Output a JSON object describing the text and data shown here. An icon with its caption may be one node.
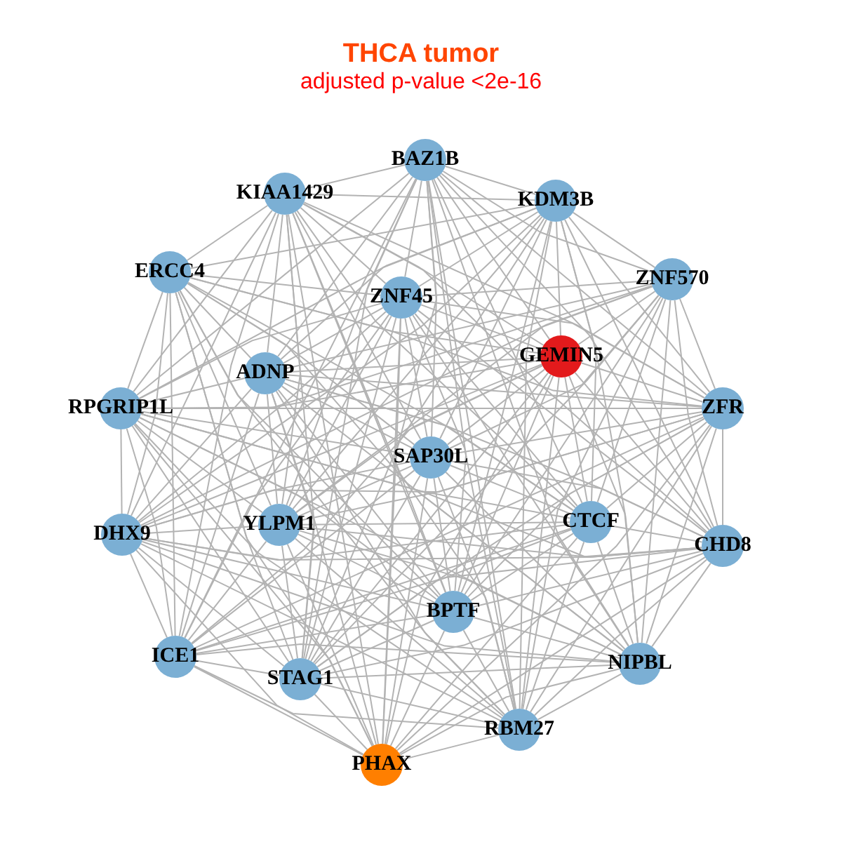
{
  "diagram": {
    "title": "THCA tumor",
    "labels": [
      "adjusted p-value <2e-16"
    ],
    "nodes": [
      {
        "text": [
          "BAZ1B"
        ]
      },
      {
        "text": [
          "KIAA1429"
        ]
      },
      {
        "text": [
          "KDM3B"
        ]
      },
      {
        "text": [
          "ERCC4"
        ]
      },
      {
        "text": [
          "ZNF570"
        ]
      },
      {
        "text": [
          "ZNF45"
        ]
      },
      {
        "text": [
          "GEMIN5"
        ]
      },
      {
        "text": [
          "ADNP"
        ]
      },
      {
        "text": [
          "RPGRIP1L"
        ]
      },
      {
        "text": [
          "ZFR"
        ]
      },
      {
        "text": [
          "SAP30L"
        ]
      },
      {
        "text": [
          "CTCF"
        ]
      },
      {
        "text": [
          "YLPM1"
        ]
      },
      {
        "text": [
          "DHX9"
        ]
      },
      {
        "text": [
          "CHD8"
        ]
      },
      {
        "text": [
          "BPTF"
        ]
      },
      {
        "text": [
          "ICE1"
        ]
      },
      {
        "text": [
          "NIPBL"
        ]
      },
      {
        "text": [
          "STAG1"
        ]
      },
      {
        "text": [
          "RBM27"
        ]
      },
      {
        "text": [
          "PHAX"
        ]
      }
    ],
    "edges": [
      {
        "from": 0,
        "to": 1,
        "arrow": "none"
      },
      {
        "from": 0,
        "to": 2,
        "arrow": "none"
      },
      {
        "from": 0,
        "to": 4,
        "arrow": "none"
      },
      {
        "from": 0,
        "to": 5,
        "arrow": "none"
      },
      {
        "from": 0,
        "to": 6,
        "arrow": "none"
      },
      {
        "from": 0,
        "to": 7,
        "arrow": "none"
      },
      {
        "from": 0,
        "to": 8,
        "arrow": "none"
      },
      {
        "from": 0,
        "to": 9,
        "arrow": "none"
      },
      {
        "from": 0,
        "to": 10,
        "arrow": "none"
      },
      {
        "from": 0,
        "to": 11,
        "arrow": "none"
      },
      {
        "from": 0,
        "to": 12,
        "arrow": "none"
      },
      {
        "from": 0,
        "to": 14,
        "arrow": "none"
      },
      {
        "from": 0,
        "to": 15,
        "arrow": "none"
      },
      {
        "from": 0,
        "to": 16,
        "arrow": "none"
      },
      {
        "from": 0,
        "to": 17,
        "arrow": "none"
      },
      {
        "from": 0,
        "to": 18,
        "arrow": "none"
      },
      {
        "from": 0,
        "to": 19,
        "arrow": "none"
      },
      {
        "from": 0,
        "to": 20,
        "arrow": "none"
      },
      {
        "from": 1,
        "to": 2,
        "arrow": "none"
      },
      {
        "from": 1,
        "to": 3,
        "arrow": "none"
      },
      {
        "from": 1,
        "to": 5,
        "arrow": "none"
      },
      {
        "from": 1,
        "to": 6,
        "arrow": "none"
      },
      {
        "from": 1,
        "to": 7,
        "arrow": "none"
      },
      {
        "from": 1,
        "to": 8,
        "arrow": "none"
      },
      {
        "from": 1,
        "to": 9,
        "arrow": "none"
      },
      {
        "from": 1,
        "to": 10,
        "arrow": "none"
      },
      {
        "from": 1,
        "to": 11,
        "arrow": "none"
      },
      {
        "from": 1,
        "to": 12,
        "arrow": "none"
      },
      {
        "from": 1,
        "to": 13,
        "arrow": "none"
      },
      {
        "from": 1,
        "to": 14,
        "arrow": "none"
      },
      {
        "from": 1,
        "to": 15,
        "arrow": "none"
      },
      {
        "from": 1,
        "to": 16,
        "arrow": "none"
      },
      {
        "from": 1,
        "to": 18,
        "arrow": "none"
      },
      {
        "from": 1,
        "to": 19,
        "arrow": "none"
      },
      {
        "from": 1,
        "to": 20,
        "arrow": "none"
      },
      {
        "from": 2,
        "to": 3,
        "arrow": "none"
      },
      {
        "from": 2,
        "to": 4,
        "arrow": "none"
      },
      {
        "from": 2,
        "to": 5,
        "arrow": "none"
      },
      {
        "from": 2,
        "to": 6,
        "arrow": "none"
      },
      {
        "from": 2,
        "to": 7,
        "arrow": "none"
      },
      {
        "from": 2,
        "to": 8,
        "arrow": "none"
      },
      {
        "from": 2,
        "to": 9,
        "arrow": "none"
      },
      {
        "from": 2,
        "to": 10,
        "arrow": "none"
      },
      {
        "from": 2,
        "to": 11,
        "arrow": "none"
      },
      {
        "from": 2,
        "to": 12,
        "arrow": "none"
      },
      {
        "from": 2,
        "to": 13,
        "arrow": "none"
      },
      {
        "from": 2,
        "to": 14,
        "arrow": "none"
      },
      {
        "from": 2,
        "to": 15,
        "arrow": "none"
      },
      {
        "from": 2,
        "to": 17,
        "arrow": "none"
      },
      {
        "from": 2,
        "to": 18,
        "arrow": "none"
      },
      {
        "from": 2,
        "to": 19,
        "arrow": "none"
      },
      {
        "from": 3,
        "to": 5,
        "arrow": "none"
      },
      {
        "from": 3,
        "to": 6,
        "arrow": "none"
      },
      {
        "from": 3,
        "to": 7,
        "arrow": "none"
      },
      {
        "from": 3,
        "to": 8,
        "arrow": "none"
      },
      {
        "from": 3,
        "to": 9,
        "arrow": "none"
      },
      {
        "from": 3,
        "to": 10,
        "arrow": "none"
      },
      {
        "from": 3,
        "to": 11,
        "arrow": "none"
      },
      {
        "from": 3,
        "to": 12,
        "arrow": "none"
      },
      {
        "from": 3,
        "to": 13,
        "arrow": "none"
      },
      {
        "from": 3,
        "to": 15,
        "arrow": "none"
      },
      {
        "from": 3,
        "to": 16,
        "arrow": "none"
      },
      {
        "from": 3,
        "to": 17,
        "arrow": "none"
      },
      {
        "from": 3,
        "to": 18,
        "arrow": "none"
      },
      {
        "from": 3,
        "to": 19,
        "arrow": "none"
      },
      {
        "from": 3,
        "to": 20,
        "arrow": "none"
      },
      {
        "from": 4,
        "to": 5,
        "arrow": "none"
      },
      {
        "from": 4,
        "to": 6,
        "arrow": "none"
      },
      {
        "from": 4,
        "to": 7,
        "arrow": "none"
      },
      {
        "from": 4,
        "to": 8,
        "arrow": "none"
      },
      {
        "from": 4,
        "to": 9,
        "arrow": "none"
      },
      {
        "from": 4,
        "to": 10,
        "arrow": "none"
      },
      {
        "from": 4,
        "to": 11,
        "arrow": "none"
      },
      {
        "from": 4,
        "to": 12,
        "arrow": "none"
      },
      {
        "from": 4,
        "to": 13,
        "arrow": "none"
      },
      {
        "from": 4,
        "to": 14,
        "arrow": "none"
      },
      {
        "from": 4,
        "to": 15,
        "arrow": "none"
      },
      {
        "from": 4,
        "to": 17,
        "arrow": "none"
      },
      {
        "from": 4,
        "to": 18,
        "arrow": "none"
      },
      {
        "from": 4,
        "to": 19,
        "arrow": "none"
      },
      {
        "from": 5,
        "to": 6,
        "arrow": "none"
      },
      {
        "from": 5,
        "to": 7,
        "arrow": "none"
      },
      {
        "from": 5,
        "to": 8,
        "arrow": "none"
      },
      {
        "from": 5,
        "to": 9,
        "arrow": "none"
      },
      {
        "from": 5,
        "to": 10,
        "arrow": "none"
      },
      {
        "from": 5,
        "to": 11,
        "arrow": "none"
      },
      {
        "from": 5,
        "to": 12,
        "arrow": "none"
      },
      {
        "from": 5,
        "to": 13,
        "arrow": "none"
      },
      {
        "from": 5,
        "to": 14,
        "arrow": "none"
      },
      {
        "from": 5,
        "to": 15,
        "arrow": "none"
      },
      {
        "from": 5,
        "to": 16,
        "arrow": "none"
      },
      {
        "from": 5,
        "to": 17,
        "arrow": "none"
      },
      {
        "from": 5,
        "to": 18,
        "arrow": "none"
      },
      {
        "from": 5,
        "to": 19,
        "arrow": "none"
      },
      {
        "from": 5,
        "to": 20,
        "arrow": "none"
      },
      {
        "from": 6,
        "to": 7,
        "arrow": "none"
      },
      {
        "from": 6,
        "to": 8,
        "arrow": "none"
      },
      {
        "from": 6,
        "to": 9,
        "arrow": "none"
      },
      {
        "from": 6,
        "to": 10,
        "arrow": "none"
      },
      {
        "from": 6,
        "to": 11,
        "arrow": "none"
      },
      {
        "from": 6,
        "to": 12,
        "arrow": "none"
      },
      {
        "from": 6,
        "to": 13,
        "arrow": "none"
      },
      {
        "from": 6,
        "to": 14,
        "arrow": "none"
      },
      {
        "from": 6,
        "to": 15,
        "arrow": "none"
      },
      {
        "from": 6,
        "to": 16,
        "arrow": "none"
      },
      {
        "from": 6,
        "to": 17,
        "arrow": "none"
      },
      {
        "from": 6,
        "to": 18,
        "arrow": "none"
      },
      {
        "from": 6,
        "to": 19,
        "arrow": "none"
      },
      {
        "from": 6,
        "to": 20,
        "arrow": "none"
      },
      {
        "from": 7,
        "to": 8,
        "arrow": "none"
      },
      {
        "from": 7,
        "to": 9,
        "arrow": "none"
      },
      {
        "from": 7,
        "to": 10,
        "arrow": "none"
      },
      {
        "from": 7,
        "to": 11,
        "arrow": "none"
      },
      {
        "from": 7,
        "to": 12,
        "arrow": "none"
      },
      {
        "from": 7,
        "to": 13,
        "arrow": "none"
      },
      {
        "from": 7,
        "to": 14,
        "arrow": "none"
      },
      {
        "from": 7,
        "to": 15,
        "arrow": "none"
      },
      {
        "from": 7,
        "to": 16,
        "arrow": "none"
      },
      {
        "from": 7,
        "to": 17,
        "arrow": "none"
      },
      {
        "from": 7,
        "to": 18,
        "arrow": "none"
      },
      {
        "from": 7,
        "to": 19,
        "arrow": "none"
      },
      {
        "from": 7,
        "to": 20,
        "arrow": "none"
      },
      {
        "from": 8,
        "to": 9,
        "arrow": "none"
      },
      {
        "from": 8,
        "to": 10,
        "arrow": "none"
      },
      {
        "from": 8,
        "to": 11,
        "arrow": "none"
      },
      {
        "from": 8,
        "to": 12,
        "arrow": "none"
      },
      {
        "from": 8,
        "to": 13,
        "arrow": "none"
      },
      {
        "from": 8,
        "to": 14,
        "arrow": "none"
      },
      {
        "from": 8,
        "to": 15,
        "arrow": "none"
      },
      {
        "from": 8,
        "to": 16,
        "arrow": "none"
      },
      {
        "from": 8,
        "to": 17,
        "arrow": "none"
      },
      {
        "from": 8,
        "to": 18,
        "arrow": "none"
      },
      {
        "from": 8,
        "to": 19,
        "arrow": "none"
      },
      {
        "from": 8,
        "to": 20,
        "arrow": "none"
      },
      {
        "from": 9,
        "to": 10,
        "arrow": "none"
      },
      {
        "from": 9,
        "to": 11,
        "arrow": "none"
      },
      {
        "from": 9,
        "to": 12,
        "arrow": "none"
      },
      {
        "from": 9,
        "to": 13,
        "arrow": "none"
      },
      {
        "from": 9,
        "to": 14,
        "arrow": "none"
      },
      {
        "from": 9,
        "to": 15,
        "arrow": "none"
      },
      {
        "from": 9,
        "to": 16,
        "arrow": "none"
      },
      {
        "from": 9,
        "to": 17,
        "arrow": "none"
      },
      {
        "from": 9,
        "to": 18,
        "arrow": "none"
      },
      {
        "from": 9,
        "to": 19,
        "arrow": "none"
      },
      {
        "from": 9,
        "to": 20,
        "arrow": "none"
      },
      {
        "from": 10,
        "to": 11,
        "arrow": "none"
      },
      {
        "from": 10,
        "to": 12,
        "arrow": "none"
      },
      {
        "from": 10,
        "to": 13,
        "arrow": "none"
      },
      {
        "from": 10,
        "to": 14,
        "arrow": "none"
      },
      {
        "from": 10,
        "to": 15,
        "arrow": "none"
      },
      {
        "from": 10,
        "to": 16,
        "arrow": "none"
      },
      {
        "from": 10,
        "to": 17,
        "arrow": "none"
      },
      {
        "from": 10,
        "to": 18,
        "arrow": "none"
      },
      {
        "from": 10,
        "to": 19,
        "arrow": "none"
      },
      {
        "from": 10,
        "to": 20,
        "arrow": "none"
      },
      {
        "from": 11,
        "to": 12,
        "arrow": "none"
      },
      {
        "from": 11,
        "to": 13,
        "arrow": "none"
      },
      {
        "from": 11,
        "to": 14,
        "arrow": "none"
      },
      {
        "from": 11,
        "to": 15,
        "arrow": "none"
      },
      {
        "from": 11,
        "to": 16,
        "arrow": "none"
      },
      {
        "from": 11,
        "to": 17,
        "arrow": "none"
      },
      {
        "from": 11,
        "to": 18,
        "arrow": "none"
      },
      {
        "from": 11,
        "to": 19,
        "arrow": "none"
      },
      {
        "from": 11,
        "to": 20,
        "arrow": "none"
      },
      {
        "from": 12,
        "to": 13,
        "arrow": "none"
      },
      {
        "from": 12,
        "to": 14,
        "arrow": "none"
      },
      {
        "from": 12,
        "to": 15,
        "arrow": "none"
      },
      {
        "from": 12,
        "to": 16,
        "arrow": "none"
      },
      {
        "from": 12,
        "to": 17,
        "arrow": "none"
      },
      {
        "from": 12,
        "to": 18,
        "arrow": "none"
      },
      {
        "from": 12,
        "to": 19,
        "arrow": "none"
      },
      {
        "from": 12,
        "to": 20,
        "arrow": "none"
      },
      {
        "from": 13,
        "to": 14,
        "arrow": "none"
      },
      {
        "from": 13,
        "to": 15,
        "arrow": "none"
      },
      {
        "from": 13,
        "to": 16,
        "arrow": "none"
      },
      {
        "from": 13,
        "to": 17,
        "arrow": "none"
      },
      {
        "from": 13,
        "to": 18,
        "arrow": "none"
      },
      {
        "from": 13,
        "to": 19,
        "arrow": "none"
      },
      {
        "from": 13,
        "to": 20,
        "arrow": "none"
      },
      {
        "from": 14,
        "to": 15,
        "arrow": "none"
      },
      {
        "from": 14,
        "to": 16,
        "arrow": "none"
      },
      {
        "from": 14,
        "to": 17,
        "arrow": "none"
      },
      {
        "from": 14,
        "to": 18,
        "arrow": "none"
      },
      {
        "from": 14,
        "to": 19,
        "arrow": "none"
      },
      {
        "from": 14,
        "to": 20,
        "arrow": "none"
      },
      {
        "from": 15,
        "to": 16,
        "arrow": "none"
      },
      {
        "from": 15,
        "to": 17,
        "arrow": "none"
      },
      {
        "from": 15,
        "to": 18,
        "arrow": "none"
      },
      {
        "from": 15,
        "to": 19,
        "arrow": "none"
      },
      {
        "from": 15,
        "to": 20,
        "arrow": "none"
      },
      {
        "from": 16,
        "to": 17,
        "arrow": "none"
      },
      {
        "from": 16,
        "to": 18,
        "arrow": "none"
      },
      {
        "from": 16,
        "to": 19,
        "arrow": "none"
      },
      {
        "from": 16,
        "to": 20,
        "arrow": "none"
      },
      {
        "from": 17,
        "to": 18,
        "arrow": "none"
      },
      {
        "from": 17,
        "to": 19,
        "arrow": "none"
      },
      {
        "from": 17,
        "to": 20,
        "arrow": "none"
      },
      {
        "from": 18,
        "to": 19,
        "arrow": "none"
      },
      {
        "from": 18,
        "to": 20,
        "arrow": "none"
      },
      {
        "from": 19,
        "to": 20,
        "arrow": "none"
      }
    ]
  }
}
